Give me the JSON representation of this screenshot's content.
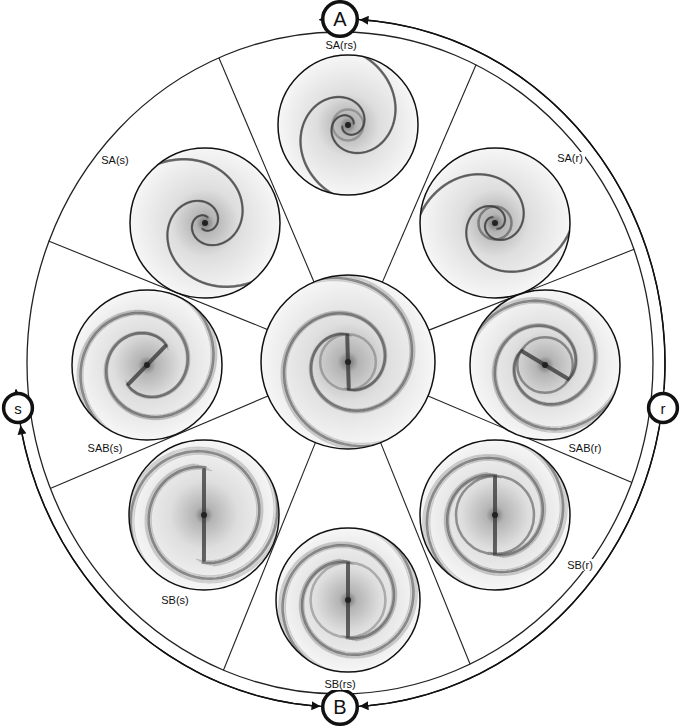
{
  "diagram": {
    "nodes": [
      {
        "text": [
          "A"
        ]
      },
      {
        "text": [
          "s"
        ]
      },
      {
        "text": [
          "r"
        ]
      },
      {
        "text": [
          "B"
        ]
      }
    ],
    "edges": [
      {
        "from": 0,
        "to": 1,
        "arrow": "both"
      },
      {
        "from": 1,
        "to": 3,
        "arrow": "both"
      },
      {
        "from": 2,
        "to": 3,
        "arrow": "to"
      },
      {
        "from": 2,
        "to": 0,
        "arrow": "to"
      }
    ],
    "labels": [
      "SA(rs)",
      "SA(s)",
      "SA(r)",
      "SAB(s)",
      "SAB(r)",
      "SB(s)",
      "SB(r)",
      "SB(rs)"
    ]
  }
}
